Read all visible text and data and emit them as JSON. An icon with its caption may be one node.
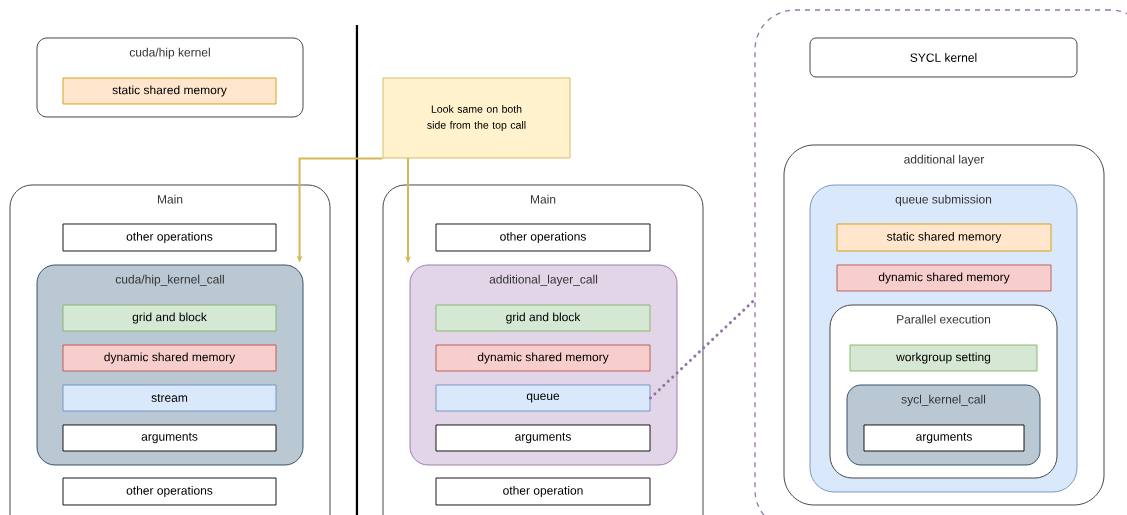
{
  "diagram": {
    "nodes": [
      {
        "text": [
          "cuda/hip kernel"
        ]
      },
      {
        "text": [
          "static shared memory"
        ],
        "in": 0
      },
      {
        "text": [
          "Look same on both side from the top call"
        ]
      },
      {
        "text": [
          "Main"
        ]
      },
      {
        "text": [
          "other operations"
        ],
        "in": 3
      },
      {
        "text": [
          "cuda/hip_kernel_call"
        ],
        "in": 3
      },
      {
        "text": [
          "grid and block"
        ],
        "in": 5
      },
      {
        "text": [
          "dynamic shared memory"
        ],
        "in": 5
      },
      {
        "text": [
          "stream"
        ],
        "in": 5
      },
      {
        "text": [
          "arguments"
        ],
        "in": 5
      },
      {
        "text": [
          "other operations"
        ],
        "in": 3
      },
      {
        "text": [
          "Main"
        ]
      },
      {
        "text": [
          "other operations"
        ],
        "in": 11
      },
      {
        "text": [
          "additional_layer_call"
        ],
        "in": 11
      },
      {
        "text": [
          "grid and block"
        ],
        "in": 13
      },
      {
        "text": [
          "dynamic shared memory"
        ],
        "in": 13
      },
      {
        "text": [
          "queue"
        ],
        "in": 13
      },
      {
        "text": [
          "arguments"
        ],
        "in": 13
      },
      {
        "text": [
          "other operation"
        ],
        "in": 11
      },
      {
        "text": [],
        "shape": "box"
      },
      {
        "text": [
          "SYCL kernel"
        ],
        "in": 19
      },
      {
        "text": [
          "additional layer"
        ],
        "in": 19
      },
      {
        "text": [
          "queue submission"
        ],
        "in": 21
      },
      {
        "text": [
          "static shared memory"
        ],
        "in": 22
      },
      {
        "text": [
          "dynamic shared memory"
        ],
        "in": 22
      },
      {
        "text": [
          "Parallel execution"
        ],
        "in": 22
      },
      {
        "text": [
          "workgroup setting"
        ],
        "in": 25
      },
      {
        "text": [
          "sycl_kernel_call"
        ],
        "in": 25
      },
      {
        "text": [
          "arguments"
        ],
        "in": 27
      }
    ],
    "edges": [
      {
        "from": 2,
        "to": 5,
        "arrow": "to",
        "color": "#d6b656"
      },
      {
        "from": 2,
        "to": 13,
        "arrow": "to",
        "color": "#d6b656"
      },
      {
        "from": 16,
        "to": 19,
        "arrow": "none",
        "style": "dashed",
        "color": "#9673a6"
      }
    ]
  }
}
